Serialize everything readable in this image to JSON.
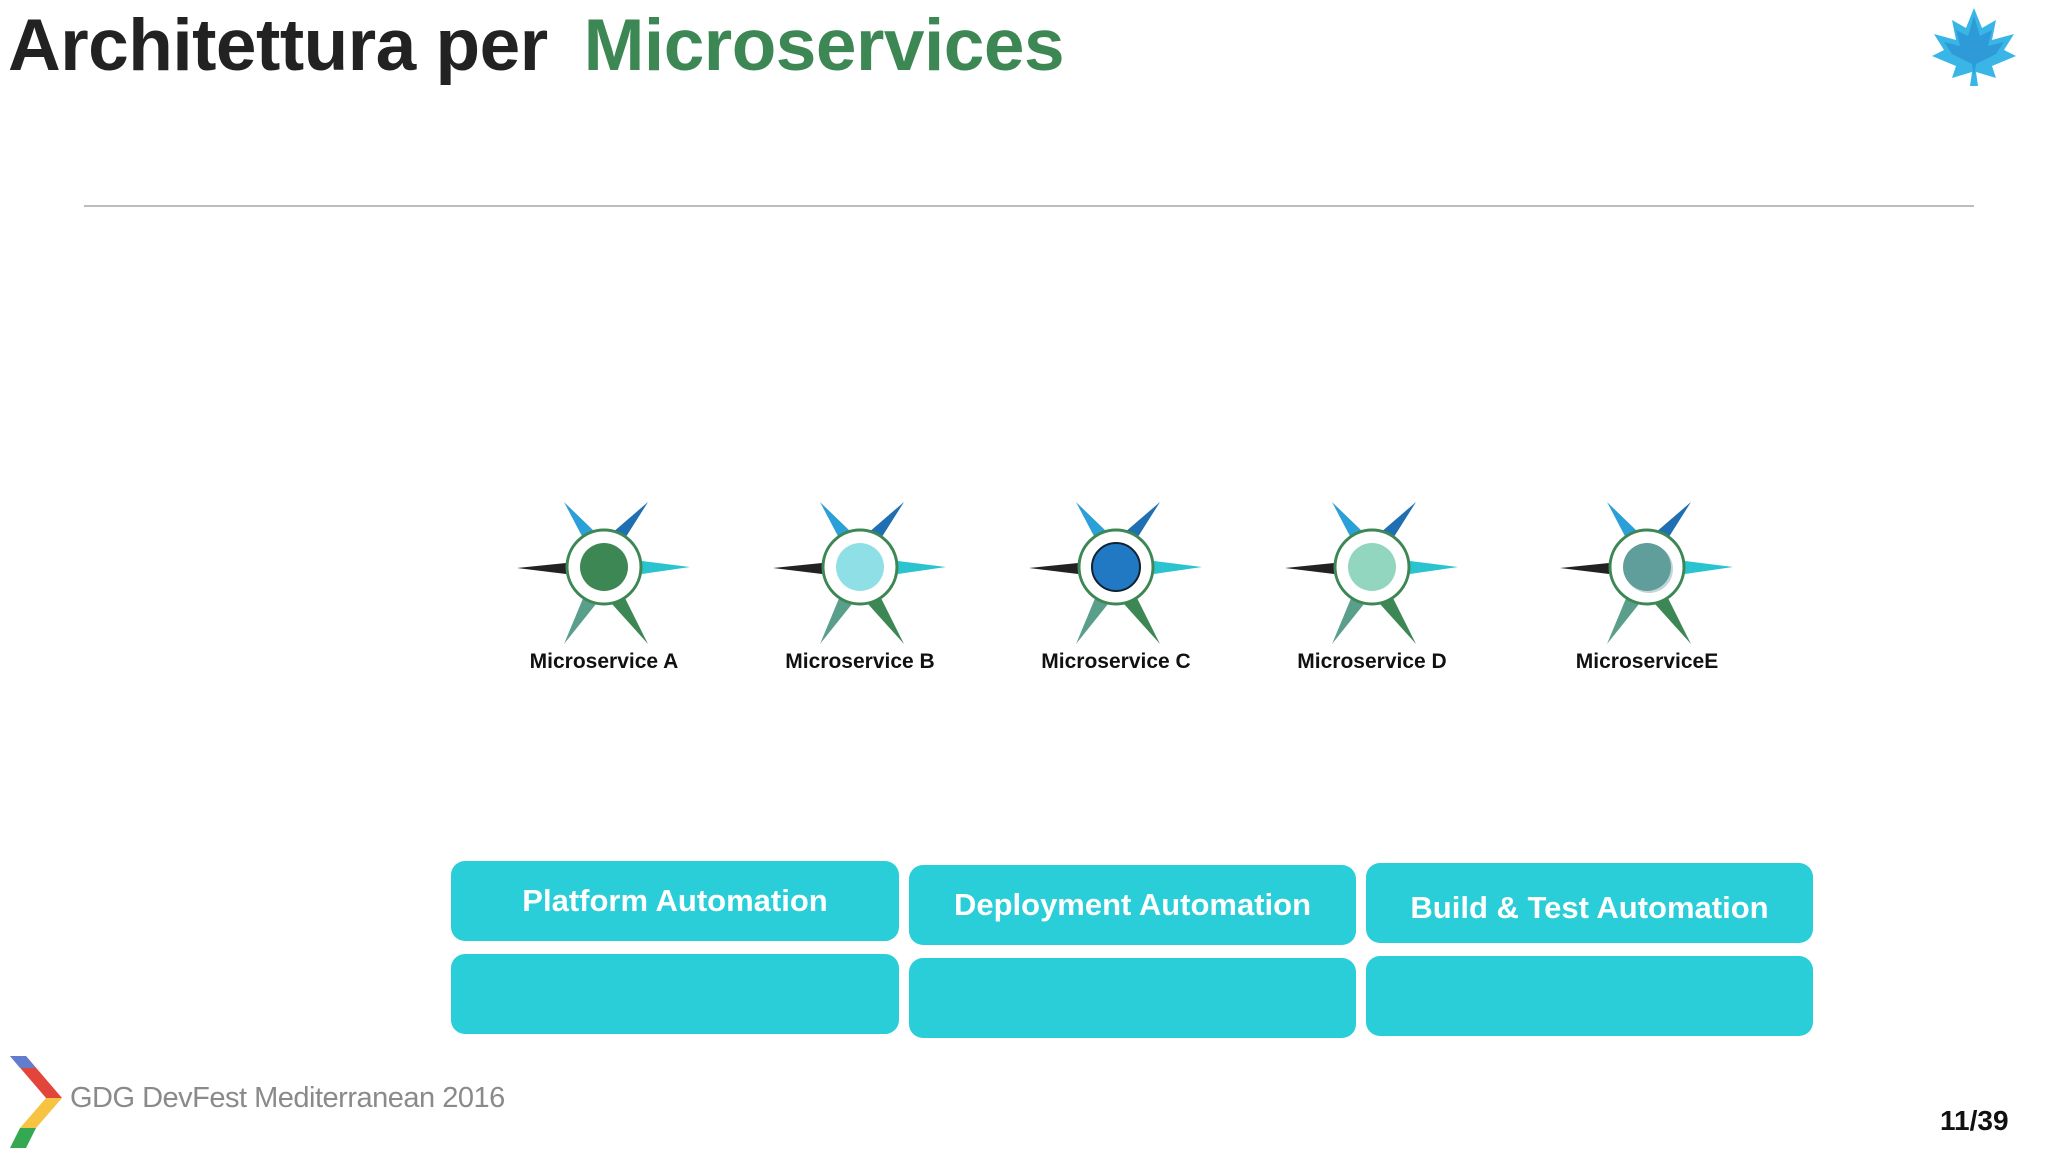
{
  "slide": {
    "title_part1": "Architettura per",
    "title_part2": "Microservices",
    "page_number": "11/39"
  },
  "colors": {
    "accent_green": "#3d8755",
    "automation_bar": "#29ced8",
    "star_light_blue": "#2a9fd8",
    "star_dark_blue": "#1f6fb2",
    "star_teal": "#29c4cf",
    "star_black": "#222222",
    "star_green": "#3d8755",
    "star_muted": "#5a9e8c"
  },
  "microservices": [
    {
      "label": "Microservice A",
      "core_color": "#3d8755",
      "icon": "star-node-icon"
    },
    {
      "label": "Microservice B",
      "core_color": "#8fe0e6",
      "icon": "star-node-icon"
    },
    {
      "label": "Microservice C",
      "core_color": "#2179c4",
      "icon": "star-node-icon"
    },
    {
      "label": "Microservice D",
      "core_color": "#93d6bf",
      "icon": "star-node-icon"
    },
    {
      "label": "MicroserviceE",
      "core_color": "#5f9e9a",
      "icon": "star-node-icon"
    }
  ],
  "automation": {
    "platform": "Platform Automation",
    "deployment": "Deployment Automation",
    "build_test": "Build & Test Automation"
  },
  "footer": {
    "event": "GDG DevFest Mediterranean 2016",
    "logo_icon": "gdg-chevron-icon",
    "corner_icon": "maple-leaf-icon"
  }
}
